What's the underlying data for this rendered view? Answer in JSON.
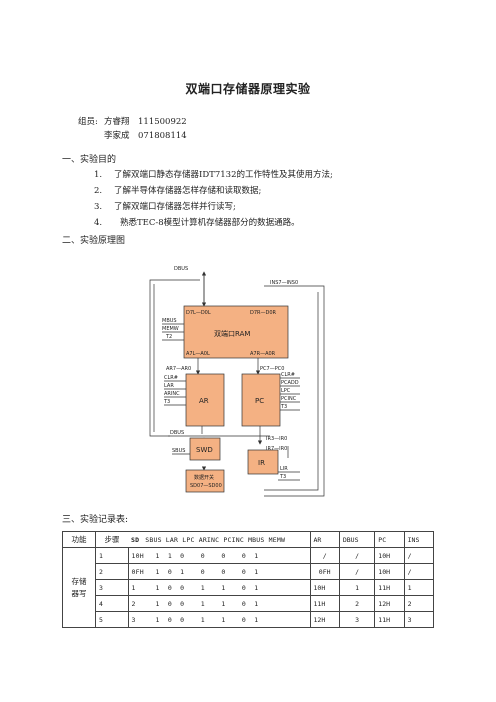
{
  "title": "双端口存储器原理实验",
  "members": {
    "label": "组员:",
    "people": [
      {
        "name": "方睿翔",
        "id": "111500922"
      },
      {
        "name": "李家成",
        "id": "071808114"
      }
    ]
  },
  "sections": {
    "s1": "一、实验目的",
    "s2": "二、实验原理图",
    "s3": "三、实验记录表:"
  },
  "goals": [
    {
      "num": "1.",
      "text": "了解双端口静态存储器IDT7132的工作特性及其使用方法;"
    },
    {
      "num": "2.",
      "text": "了解半导体存储器怎样存储和读取数据;"
    },
    {
      "num": "3.",
      "text": "了解双端口存储器怎样并行读写;"
    },
    {
      "num": "4.",
      "text": "熟悉TEC-8模型计算机存储器部分的数据通路。"
    }
  ],
  "diagram": {
    "dbus_top": "DBUS",
    "ins": "INS7—INS0",
    "ram_label": "双端口RAM",
    "d_left": "D7L—D0L",
    "d_right": "D7R—D0R",
    "a_left": "A7L—A0L",
    "a_right": "A7R—A0R",
    "mbus": "MBUS",
    "memw": "MEMW",
    "t2": "T2",
    "ar_bus": "AR7—AR0",
    "pc_bus": "PC7—PC0",
    "ar_ctrl": [
      "CLR#",
      "LAR",
      "ARINC",
      "T3"
    ],
    "pc_ctrl": [
      "CLR#",
      "PCADD",
      "LPC",
      "PCINC",
      "T3"
    ],
    "ar": "AR",
    "pc": "PC",
    "dbus_mid": "DBUS",
    "ir_bus1": "IR3—IR0",
    "ir_bus2": "IR7—IR0",
    "sbus": "SBUS",
    "swd": "SWD",
    "ir": "IR",
    "ir_ctrl": [
      "LIR",
      "T3"
    ],
    "switch_line1": "数据开关",
    "switch_line2": "SD07—SD00"
  },
  "table": {
    "headers": [
      "功能",
      "步骤",
      "SD",
      "SBUS LAR LPC ARINC PCINC MBUS MEMW",
      "AR",
      "DBUS",
      "PC",
      "INS"
    ],
    "func_label": "存储\n器写",
    "rows": [
      {
        "step": "1",
        "sd": "10H",
        "ctrl": "1  1  0    0    0    0  1",
        "ar": "/",
        "dbus": "/",
        "pc": "10H",
        "ins": "/"
      },
      {
        "step": "2",
        "sd": "0FH",
        "ctrl": "1  0  1    0    0    0  1",
        "ar": "0FH",
        "dbus": "/",
        "pc": "10H",
        "ins": "/"
      },
      {
        "step": "3",
        "sd": "1",
        "ctrl": "1  0  0    1    1    0  1",
        "ar": "10H",
        "dbus": "1",
        "pc": "11H",
        "ins": "1"
      },
      {
        "step": "4",
        "sd": "2",
        "ctrl": "1  0  0    1    1    0  1",
        "ar": "11H",
        "dbus": "2",
        "pc": "12H",
        "ins": "2"
      },
      {
        "step": "5",
        "sd": "3",
        "ctrl": "1  0  0    1    1    0  1",
        "ar": "12H",
        "dbus": "3",
        "pc": "11H",
        "ins": "3"
      }
    ]
  }
}
